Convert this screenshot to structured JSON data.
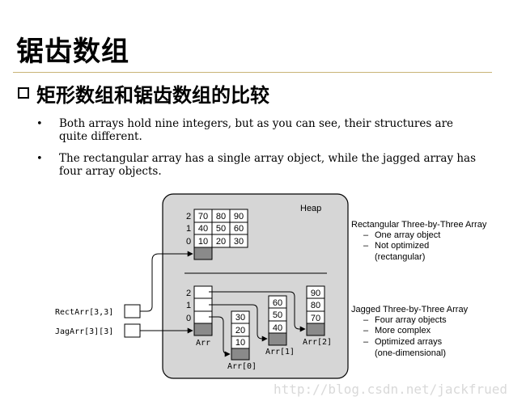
{
  "slide": {
    "title": "锯齿数组",
    "subtitle": "矩形数组和锯齿数组的比较",
    "bullets": [
      "Both arrays hold nine integers, but as you can see, their structures are quite different.",
      "The rectangular array has a single array object, while the jagged array has four array objects."
    ],
    "bullet_marker": "•"
  },
  "diagram": {
    "heap_label": "Heap",
    "rect_values": [
      [
        "70",
        "80",
        "90"
      ],
      [
        "40",
        "50",
        "60"
      ],
      [
        "10",
        "20",
        "30"
      ]
    ],
    "rect_row_labels": [
      "2",
      "1",
      "0"
    ],
    "jag_index_labels": [
      "2",
      "1",
      "0"
    ],
    "arr_label": "Arr",
    "sub_arrays": [
      {
        "label": "Arr[0]",
        "values": [
          "30",
          "20",
          "10"
        ]
      },
      {
        "label": "Arr[1]",
        "values": [
          "60",
          "50",
          "40"
        ]
      },
      {
        "label": "Arr[2]",
        "values": [
          "90",
          "80",
          "70"
        ]
      }
    ],
    "vars": [
      "RectArr[3,3]",
      "JagArr[3][3]"
    ],
    "rect_desc": {
      "title": "Rectangular Three-by-Three Array",
      "items": [
        "One array object",
        "Not optimized",
        "(rectangular)"
      ]
    },
    "jag_desc": {
      "title": "Jagged Three-by-Three Array",
      "items": [
        "Four array objects",
        "More complex",
        "Optimized arrays",
        "(one-dimensional)"
      ]
    },
    "dash": "–",
    "colors": {
      "heap_bg": "#d6d6d6",
      "cell_dark": "#8a8a8a",
      "rule": "#c8b477"
    }
  },
  "watermark": "http://blog.csdn.net/jackfrued"
}
